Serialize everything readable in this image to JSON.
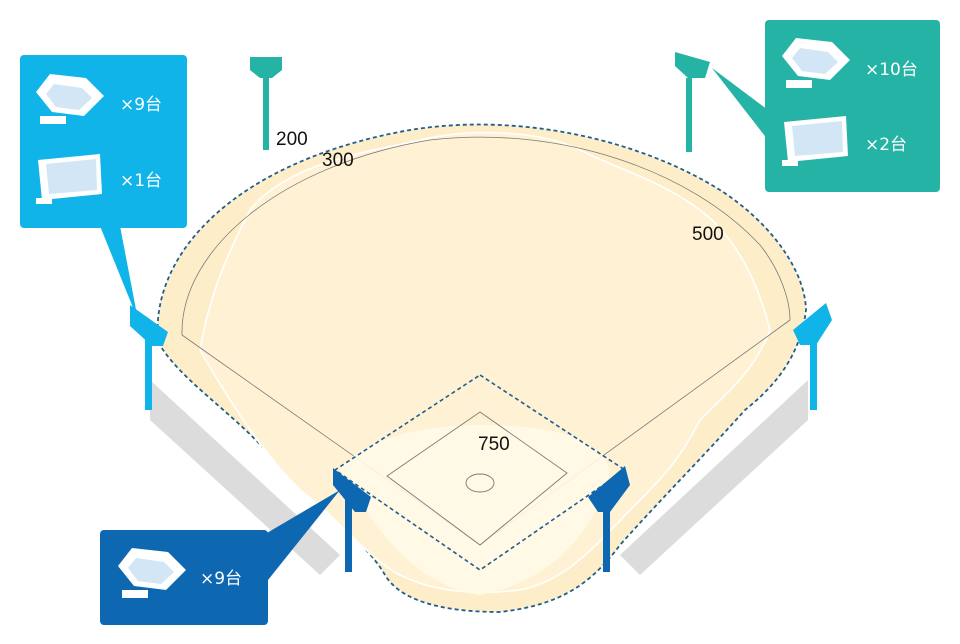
{
  "colors": {
    "field_fill": "#fdeec9",
    "field_edge": "#f5d79a",
    "infield_fill": "#fff6dd",
    "dashed_outline": "#1f5f8f",
    "shadow": "#dcdcdc",
    "light_blue": "#10b4e8",
    "teal": "#25b3a6",
    "dark_blue": "#0e68b1",
    "fixture_body": "#ffffff",
    "fixture_panel": "#d3e6f5"
  },
  "illuminance_labels": {
    "l200": "200",
    "l300": "300",
    "l500": "500",
    "l750": "750"
  },
  "callouts": {
    "left": {
      "color_name": "light_blue",
      "rows": [
        {
          "icon": "floodlight-icon",
          "count": "×9台"
        },
        {
          "icon": "panel-light-icon",
          "count": "×1台"
        }
      ]
    },
    "right": {
      "color_name": "teal",
      "rows": [
        {
          "icon": "floodlight-icon",
          "count": "×10台"
        },
        {
          "icon": "panel-light-icon",
          "count": "×2台"
        }
      ]
    },
    "bottom": {
      "color_name": "dark_blue",
      "rows": [
        {
          "icon": "floodlight-icon",
          "count": "×9台"
        }
      ]
    }
  }
}
